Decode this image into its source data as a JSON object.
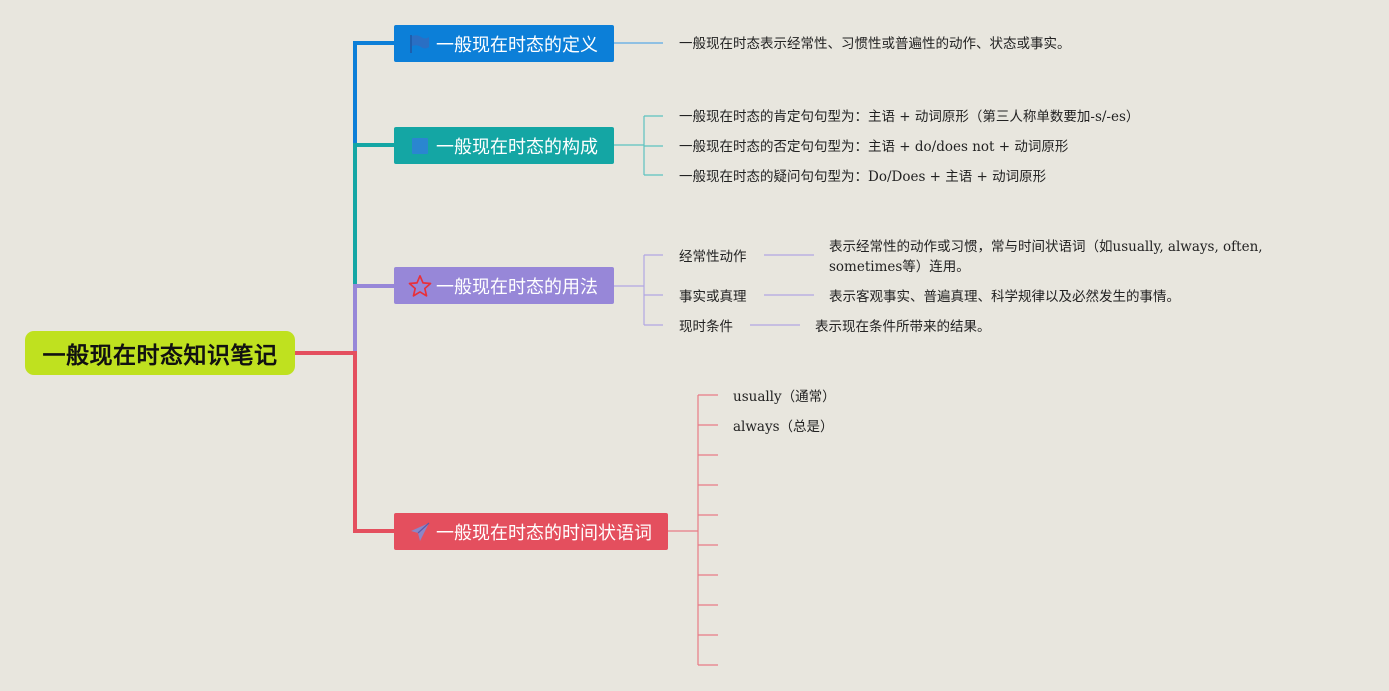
{
  "root": {
    "title": "一般现在时态知识笔记"
  },
  "branches": [
    {
      "title": "一般现在时态的定义",
      "icon": "flag-icon",
      "color": "#0c7fd8",
      "items": [
        "一般现在时态表示经常性、习惯性或普遍性的动作、状态或事实。"
      ]
    },
    {
      "title": "一般现在时态的构成",
      "icon": "square-icon",
      "color": "#14a6a4",
      "items": [
        "一般现在时态的肯定句句型为：主语 + 动词原形（第三人称单数要加-s/-es）",
        "一般现在时态的否定句句型为：主语 + do/does not + 动词原形",
        "一般现在时态的疑问句句型为：Do/Does + 主语 + 动词原形"
      ]
    },
    {
      "title": "一般现在时态的用法",
      "icon": "star-icon",
      "color": "#9787d8",
      "items": [
        {
          "label": "经常性动作",
          "detail": "表示经常性的动作或习惯，常与时间状语词（如usually, always, often, sometimes等）连用。"
        },
        {
          "label": "事实或真理",
          "detail": "表示客观事实、普遍真理、科学规律以及必然发生的事情。"
        },
        {
          "label": "现时条件",
          "detail": "表示现在条件所带来的结果。"
        }
      ]
    },
    {
      "title": "一般现在时态的时间状语词",
      "icon": "paper-plane-icon",
      "color": "#e44f5e",
      "items": [
        "usually（通常）",
        "always（总是）",
        "",
        "",
        "",
        "",
        "",
        "",
        "",
        ""
      ]
    }
  ],
  "colors": {
    "background": "#e8e6de",
    "root": "#bfe11f"
  }
}
